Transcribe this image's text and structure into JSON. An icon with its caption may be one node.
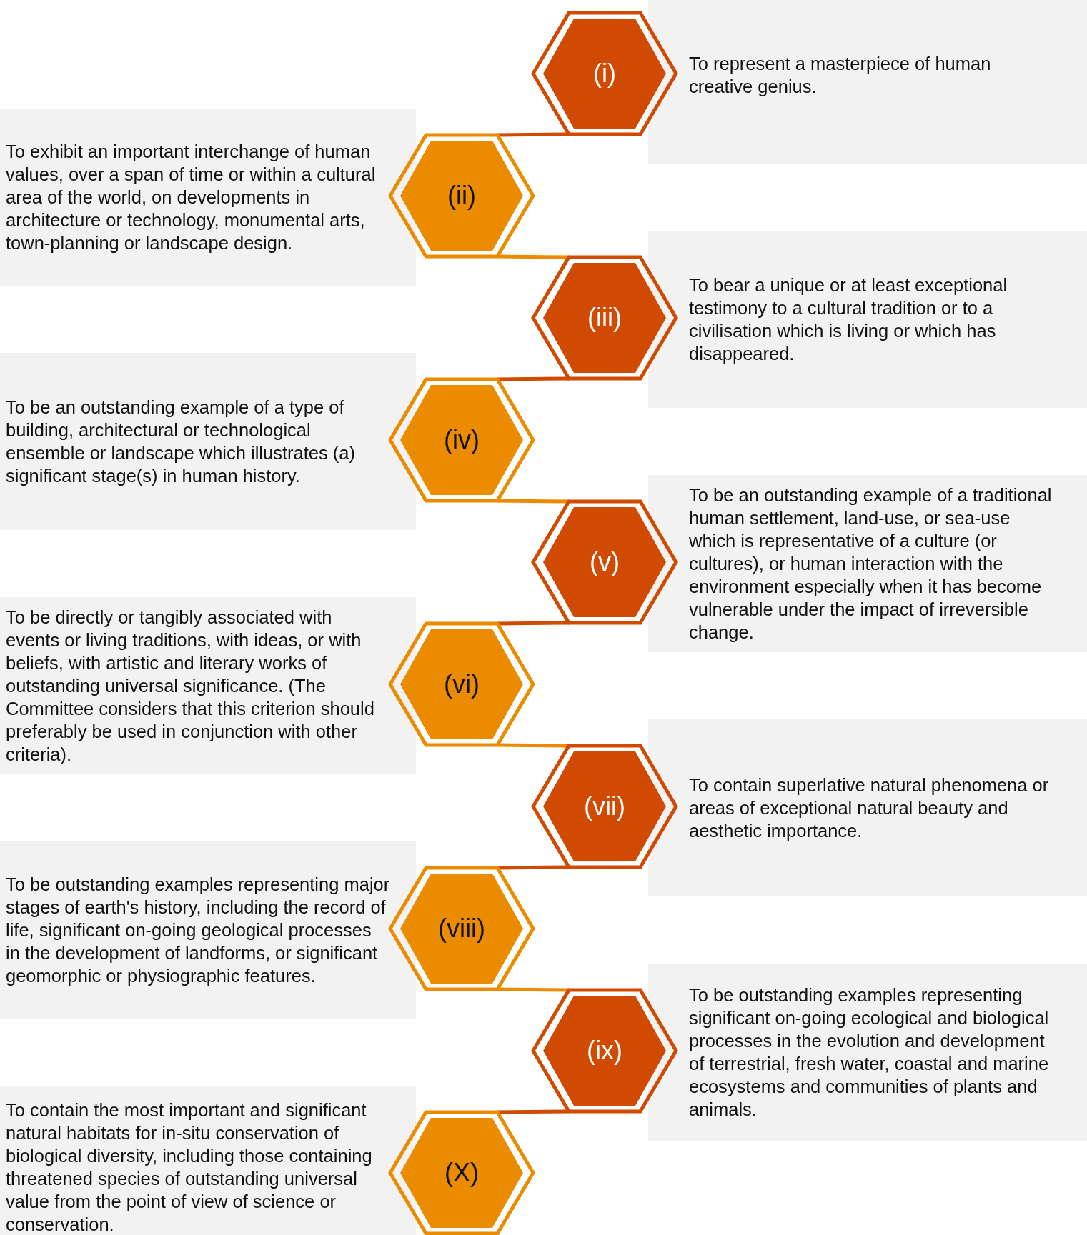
{
  "diagram": {
    "nodes": [
      {
        "text": [
          "(i)"
        ]
      },
      {
        "text": [
          "To represent a masterpiece of human creative genius."
        ]
      },
      {
        "text": [
          "(ii)"
        ]
      },
      {
        "text": [
          "To exhibit an important interchange of human values, over a span of time or within a cultural area of the world, on developments in architecture or technology, monumental arts, town-planning or landscape design."
        ]
      },
      {
        "text": [
          "(iii)"
        ]
      },
      {
        "text": [
          "To bear a unique or at least exceptional testimony to a cultural tradition or to a civilisation which is living or which has disappeared."
        ]
      },
      {
        "text": [
          "(iv)"
        ]
      },
      {
        "text": [
          "To be an outstanding example of a type of building, architectural or technological ensemble or landscape which illustrates (a) significant stage(s) in human history."
        ]
      },
      {
        "text": [
          "(v)"
        ]
      },
      {
        "text": [
          "To be an outstanding example of a traditional human settlement, land-use, or sea-use which is representative of a culture (or cultures), or human interaction with the environment especially when it has become vulnerable under the impact of irreversible change."
        ]
      },
      {
        "text": [
          "(vi)"
        ]
      },
      {
        "text": [
          "To be directly or tangibly associated with events or living traditions, with ideas, or with beliefs, with artistic and literary works of outstanding universal significance. (The Committee considers that this criterion should preferably be used in conjunction with other criteria)."
        ]
      },
      {
        "text": [
          "(vii)"
        ]
      },
      {
        "text": [
          "To contain superlative natural phenomena or areas of exceptional natural beauty and aesthetic importance."
        ]
      },
      {
        "text": [
          "(viii)"
        ]
      },
      {
        "text": [
          "To be outstanding examples representing major stages of earth's history, including the record of life, significant on-going geological processes in the development of landforms, or significant geomorphic or physiographic features."
        ]
      },
      {
        "text": [
          "(ix)"
        ]
      },
      {
        "text": [
          "To be outstanding examples representing significant on-going ecological and biological processes in the evolution and development of terrestrial, fresh water, coastal and marine ecosystems and communities of plants and animals."
        ]
      },
      {
        "text": [
          "(X)"
        ]
      },
      {
        "text": [
          "To contain the most important and significant natural habitats for in-situ conservation of biological diversity, including those containing threatened species of outstanding universal value from the point of view of science or conservation."
        ]
      }
    ],
    "edges": [
      {
        "from": 0,
        "to": 2,
        "arrow": "none"
      },
      {
        "from": 2,
        "to": 4,
        "arrow": "none",
        "color": "#eb8c00"
      },
      {
        "from": 4,
        "to": 6,
        "arrow": "none"
      },
      {
        "from": 6,
        "to": 8,
        "arrow": "none",
        "color": "#eb8c00"
      },
      {
        "from": 8,
        "to": 10,
        "arrow": "none"
      },
      {
        "from": 10,
        "to": 12,
        "arrow": "none",
        "color": "#eb8c00"
      },
      {
        "from": 12,
        "to": 14,
        "arrow": "none"
      },
      {
        "from": 14,
        "to": 16,
        "arrow": "none",
        "color": "#eb8c00"
      },
      {
        "from": 16,
        "to": 18,
        "arrow": "none"
      }
    ]
  }
}
